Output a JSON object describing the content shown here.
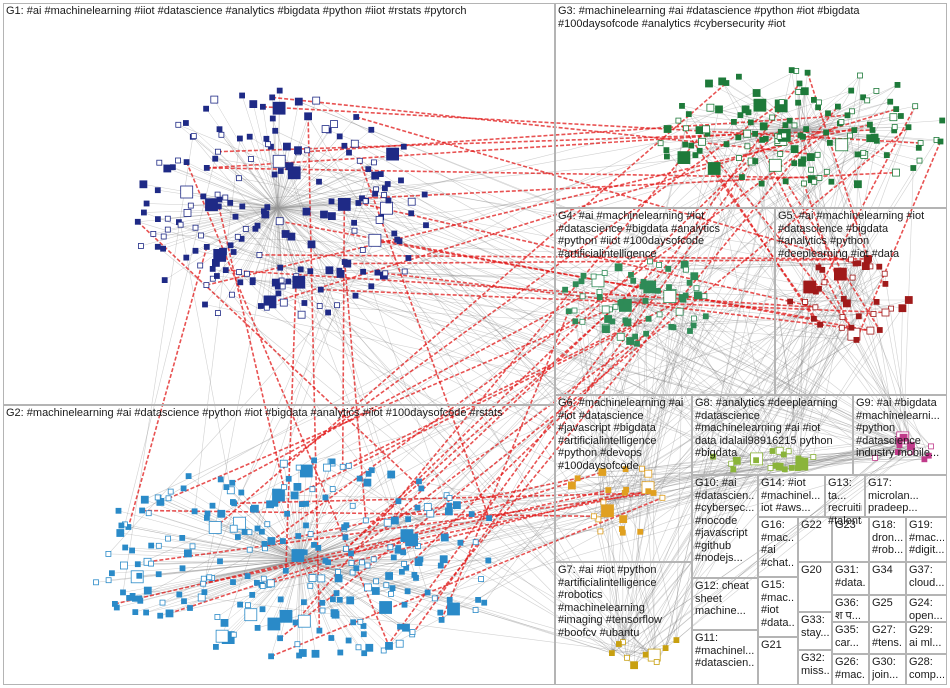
{
  "groups": [
    {
      "id": "G1",
      "label": "G1: #ai #machinelearning #iiot #datascience #analytics #bigdata #python #iiot #rstats #pytorch",
      "color": "#1f2a86"
    },
    {
      "id": "G3",
      "label": "G3: #machinelearning #ai #datascience #python #iot #bigdata\n#100daysofcode #analytics #cybersecurity #iot",
      "color": "#1e7a3a"
    },
    {
      "id": "G4",
      "label": "G4: #ai #machinelearning #iot\n#datascience #bigdata #analytics\n#python #iiot #100daysofcode\n#artificialintelligence",
      "color": "#2e8b57"
    },
    {
      "id": "G5",
      "label": "G5: #ai #machinelearning #iot\n#datascience #bigdata\n#analytics #python\n#deeplearning #iot #data",
      "color": "#a01a1a"
    },
    {
      "id": "G2",
      "label": "G2: #machinelearning #ai #datascience #python #iot #bigdata #analytics #iiot #100daysofcode #rstats",
      "color": "#2a8ac8"
    },
    {
      "id": "G6",
      "label": "G6: #machinelearning #ai\n#iot #datascience\n#javascript #bigdata\n#artificialintelligence\n#python #devops\n#100daysofcode",
      "color": "#e0a020"
    },
    {
      "id": "G8",
      "label": "G8: #analytics #deeplearning\n#datascience\n#machinelearning #ai #iot\ndata idalail98916215 python\n#bigdata",
      "color": "#8ab43a"
    },
    {
      "id": "G9",
      "label": "G9: #ai #bigdata\n#machinelearni...\n#python\n#datascience\nindustry mobile...",
      "color": "#c03a8a"
    },
    {
      "id": "G10",
      "label": "G10: #ai\n#datascien...\n#cybersec...\n#nocode\n#javascript\n#github\n#nodejs...",
      "color": "#5a3a9a"
    },
    {
      "id": "G14",
      "label": "G14: #iot\n#machinel...\niot #aws...",
      "color": "#3a6ab4"
    },
    {
      "id": "G13",
      "label": "G13: ta...\nrecruiting\n#talentacq...",
      "color": "#7a4a2a"
    },
    {
      "id": "G17",
      "label": "G17:\nmicrolan...\npradeep...",
      "color": "#4a7a4a"
    },
    {
      "id": "G16",
      "label": "G16:\n#mac...\n#ai\n#chat...",
      "color": "#8a2a5a"
    },
    {
      "id": "G22",
      "label": "G22",
      "color": "#555555"
    },
    {
      "id": "G23",
      "label": "G23",
      "color": "#555555"
    },
    {
      "id": "G18",
      "label": "G18:\ndron...\n#rob...",
      "color": "#2a5a8a"
    },
    {
      "id": "G19",
      "label": "G19:\n#mac...\n#digit...",
      "color": "#6a2a8a"
    },
    {
      "id": "G7",
      "label": "G7: #ai #iot #python\n#artificialintelligence\n#robotics\n#machinelearning\n#imaging #tensorflow\n#boofcv #ubantu",
      "color": "#c8a010"
    },
    {
      "id": "G12",
      "label": "G12: cheat\nsheet\nmachine...",
      "color": "#3a3a8a"
    },
    {
      "id": "G15",
      "label": "G15:\n#mac...\n#iot\n#data...",
      "color": "#5a5a1a"
    },
    {
      "id": "G20",
      "label": "G20",
      "color": "#555555"
    },
    {
      "id": "G31",
      "label": "G31:\n#data...",
      "color": "#555555"
    },
    {
      "id": "G34",
      "label": "G34",
      "color": "#555555"
    },
    {
      "id": "G37",
      "label": "G37:\ncloud...",
      "color": "#555555"
    },
    {
      "id": "G36",
      "label": "G36:\nश प...",
      "color": "#555555"
    },
    {
      "id": "G25",
      "label": "G25",
      "color": "#555555"
    },
    {
      "id": "G24",
      "label": "G24:\nopen...",
      "color": "#555555"
    },
    {
      "id": "G33",
      "label": "G33:\nstay...",
      "color": "#555555"
    },
    {
      "id": "G11",
      "label": "G11:\n#machinel...\n#datascien...",
      "color": "#1a6a6a"
    },
    {
      "id": "G21",
      "label": "G21",
      "color": "#555555"
    },
    {
      "id": "G35",
      "label": "G35:\ncar...",
      "color": "#555555"
    },
    {
      "id": "G27",
      "label": "G27:\n#tens...",
      "color": "#555555"
    },
    {
      "id": "G29",
      "label": "G29:\nai ml...",
      "color": "#555555"
    },
    {
      "id": "G32",
      "label": "G32:\nmiss...",
      "color": "#555555"
    },
    {
      "id": "G26",
      "label": "G26:\n#mac...",
      "color": "#555555"
    },
    {
      "id": "G30",
      "label": "G30:\njoin...",
      "color": "#555555"
    },
    {
      "id": "G28",
      "label": "G28:\ncomp...",
      "color": "#555555"
    }
  ],
  "edge_colors": {
    "light": "#9a9a9a",
    "medium": "#7a7a7a",
    "heavy": "#e01818"
  },
  "node_density": {
    "G1": 190,
    "G2": 260,
    "G3": 130,
    "G4": 65,
    "G5": 40,
    "G6": 22,
    "G7": 10,
    "G8": 20,
    "G9": 12
  }
}
